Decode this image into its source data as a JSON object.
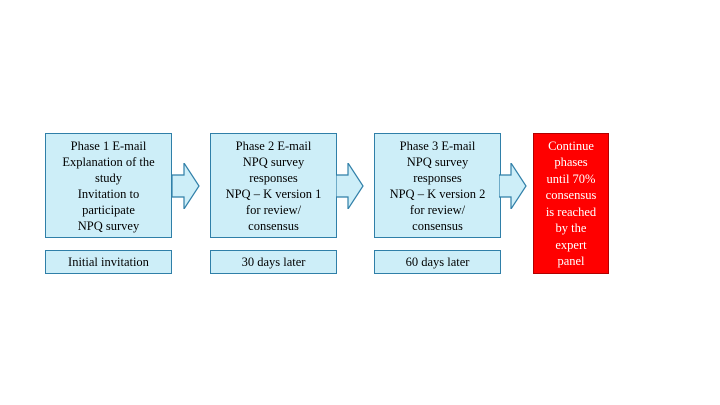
{
  "phases": [
    {
      "lines": [
        "Phase 1 E-mail",
        "Explanation of the",
        "study",
        "Invitation to",
        "participate",
        "NPQ survey"
      ],
      "timing": "Initial invitation"
    },
    {
      "lines": [
        "Phase 2 E-mail",
        "NPQ survey",
        "responses",
        "NPQ – K version 1",
        "for review/",
        "consensus"
      ],
      "timing": "30 days later"
    },
    {
      "lines": [
        "Phase 3 E-mail",
        "NPQ survey",
        "responses",
        "NPQ – K version 2",
        "for review/",
        "consensus"
      ],
      "timing": "60 days later"
    }
  ],
  "final": {
    "lines": [
      "Continue",
      "phases",
      "until 70%",
      "consensus",
      "is reached",
      "by the",
      "expert",
      "panel"
    ]
  },
  "colors": {
    "box_fill": "#cdeef8",
    "box_border": "#2f7fa8",
    "final_fill": "#ff0000",
    "final_text": "#ffffff"
  }
}
